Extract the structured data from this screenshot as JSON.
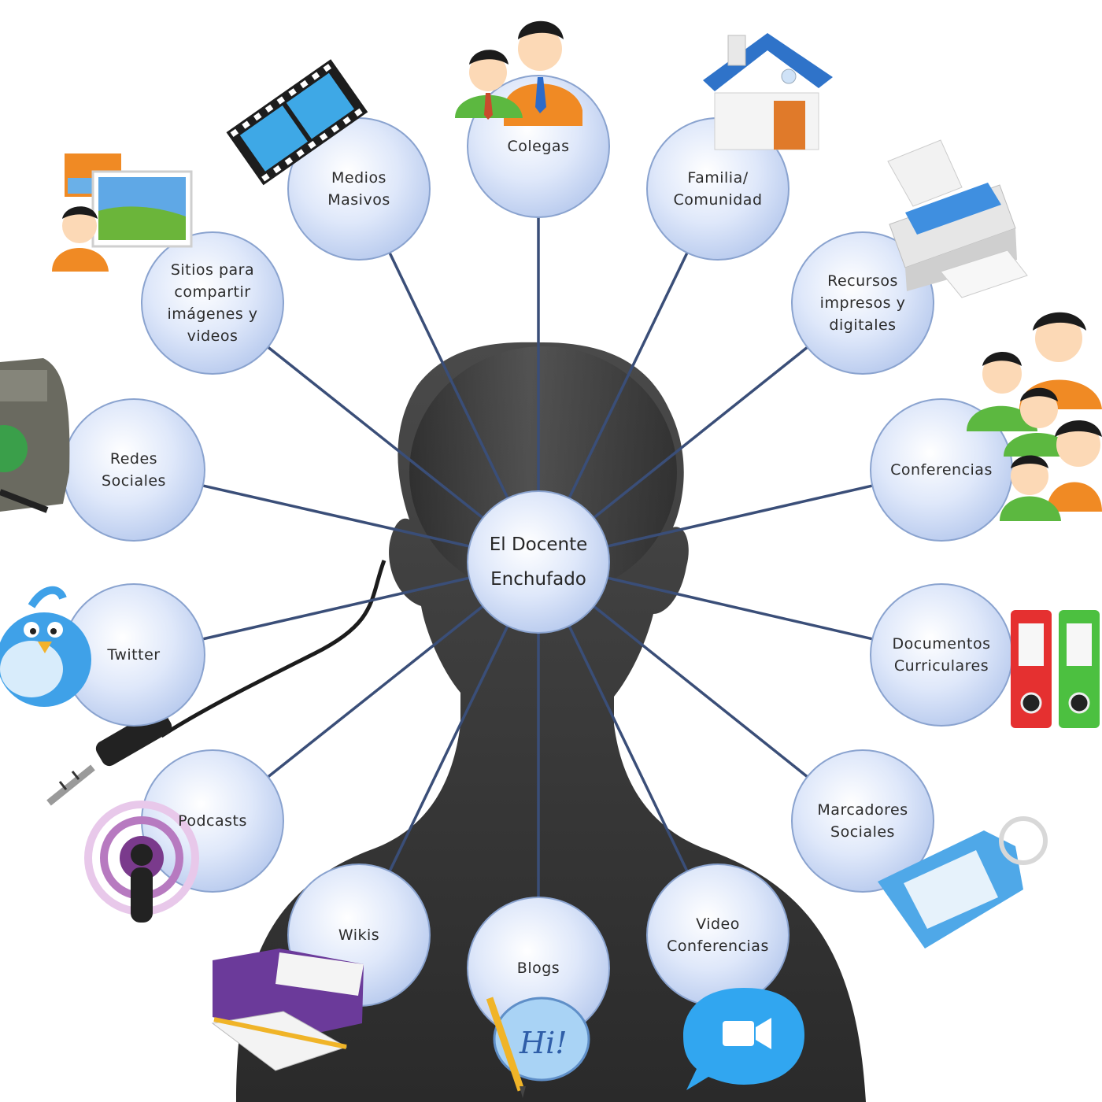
{
  "center": {
    "label": "El Docente\nEnchufado"
  },
  "nodes": [
    {
      "id": "colegas",
      "label": "Colegas",
      "icon": "colleagues-icon"
    },
    {
      "id": "familia",
      "label": "Familia/\nComunidad",
      "icon": "house-icon"
    },
    {
      "id": "recursos",
      "label": "Recursos\nimpresos y\ndigitales",
      "icon": "printer-icon"
    },
    {
      "id": "conferencias",
      "label": "Conferencias",
      "icon": "crowd-icon"
    },
    {
      "id": "documentos",
      "label": "Documentos\nCurriculares",
      "icon": "binders-icon"
    },
    {
      "id": "marcadores",
      "label": "Marcadores\nSociales",
      "icon": "tag-icon"
    },
    {
      "id": "video",
      "label": "Video\nConferencias",
      "icon": "video-chat-icon"
    },
    {
      "id": "blogs",
      "label": "Blogs",
      "icon": "hi-speech-bubble-icon"
    },
    {
      "id": "wikis",
      "label": "Wikis",
      "icon": "notebook-box-icon"
    },
    {
      "id": "podcasts",
      "label": "Podcasts",
      "icon": "podcast-icon"
    },
    {
      "id": "twitter",
      "label": "Twitter",
      "icon": "bird-icon"
    },
    {
      "id": "redes",
      "label": "Redes\nSociales",
      "icon": "backpack-globe-icon"
    },
    {
      "id": "sitios",
      "label": "Sitios para\ncompartir\nimágenes y\nvideos",
      "icon": "photo-share-icon"
    },
    {
      "id": "medios",
      "label": "Medios\nMasivos",
      "icon": "film-strip-icon"
    }
  ],
  "colors": {
    "node_fill": "#cfdcf6",
    "node_stroke": "#8aa3cf",
    "connector": "#3a4e78",
    "silhouette": "#3a3a3a"
  }
}
